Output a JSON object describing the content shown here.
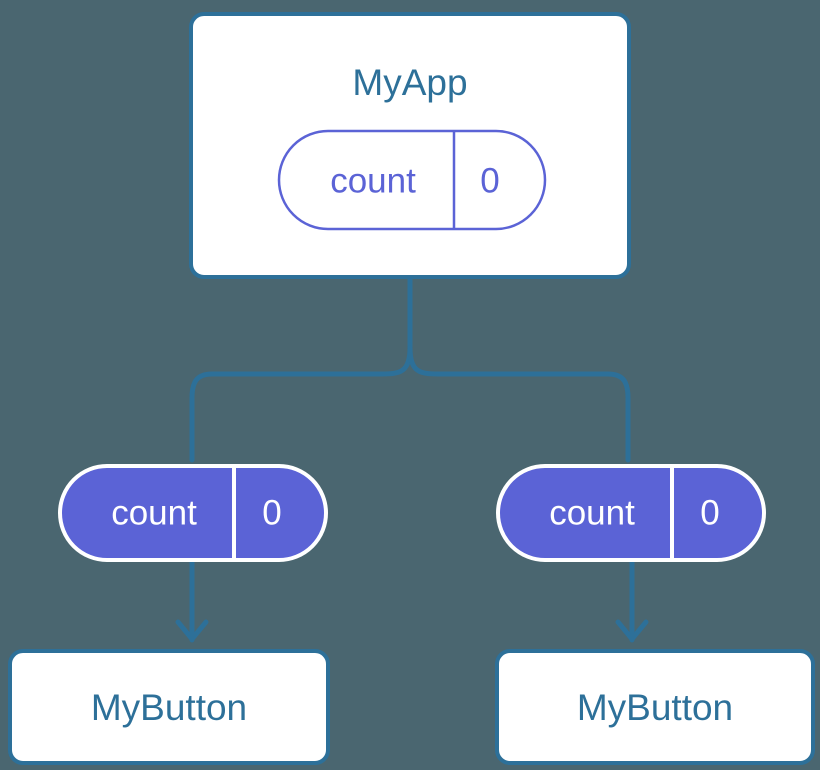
{
  "diagram": {
    "type": "component-tree",
    "title_text": "MyApp",
    "background_color": "#4a6670",
    "accent_blue": "#2d7099",
    "accent_purple": "#5b63d6",
    "surface_white": "#ffffff",
    "nodes": {
      "root": {
        "label": "MyApp",
        "kind": "component-box",
        "fill": "#ffffff",
        "border": "#2d7099",
        "text_color": "#2d7099",
        "state": {
          "key": "count",
          "value": "0",
          "style": "outline",
          "fill": "#ffffff",
          "border": "#5b63d6",
          "text_color": "#5b63d6"
        }
      },
      "left_state": {
        "key": "count",
        "value": "0",
        "style": "filled",
        "fill": "#5b63d6",
        "border": "#ffffff",
        "text_color": "#ffffff"
      },
      "right_state": {
        "key": "count",
        "value": "0",
        "style": "filled",
        "fill": "#5b63d6",
        "border": "#ffffff",
        "text_color": "#ffffff"
      },
      "left_child": {
        "label": "MyButton",
        "kind": "component-box",
        "fill": "#ffffff",
        "border": "#2d7099",
        "text_color": "#2d7099"
      },
      "right_child": {
        "label": "MyButton",
        "kind": "component-box",
        "fill": "#ffffff",
        "border": "#2d7099",
        "text_color": "#2d7099"
      }
    },
    "edges": {
      "stroke": "#2d7099",
      "stroke_width": "5",
      "root_to_split": "vertical-branch",
      "left_state_to_left_child": "arrow-down",
      "right_state_to_right_child": "arrow-down"
    }
  }
}
